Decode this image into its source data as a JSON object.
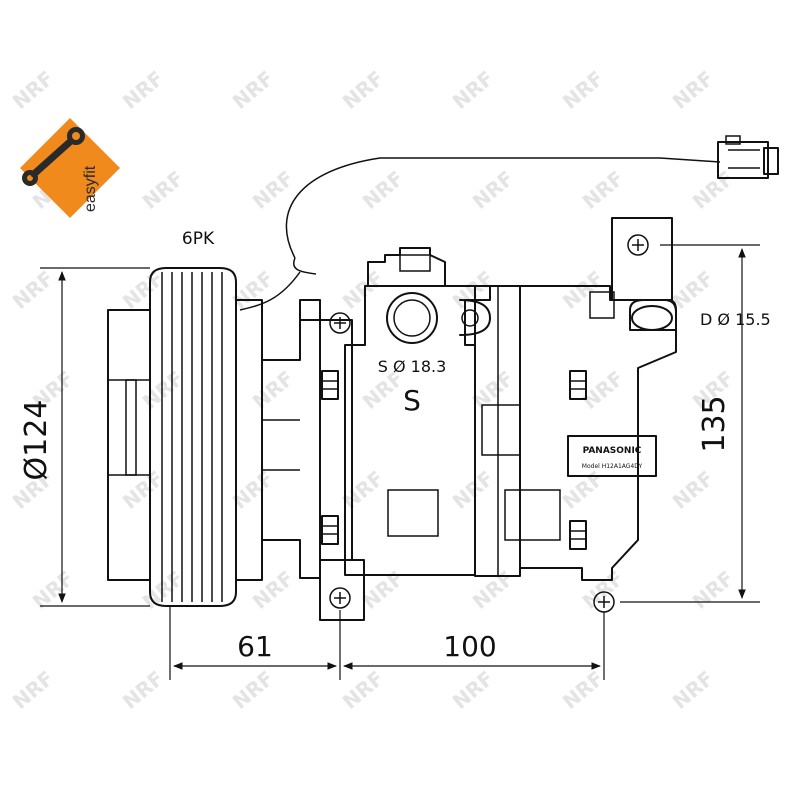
{
  "logo": {
    "text": "easyfit",
    "color_orange": "#f08a1c",
    "color_dark": "#2a2a2a",
    "icon": "wrench-icon"
  },
  "labels": {
    "belt": "6PK",
    "suction": "S Ø 18.3",
    "suction_mark": "S",
    "discharge": "D Ø 15.5"
  },
  "plate": {
    "brand": "PANASONIC",
    "model": "Model H12A1AG4DY"
  },
  "dimensions": {
    "pulley_diameter": "Ø124",
    "height": "135",
    "offset_left": "61",
    "mount_spacing": "100"
  },
  "watermark": {
    "text": "NRF"
  }
}
